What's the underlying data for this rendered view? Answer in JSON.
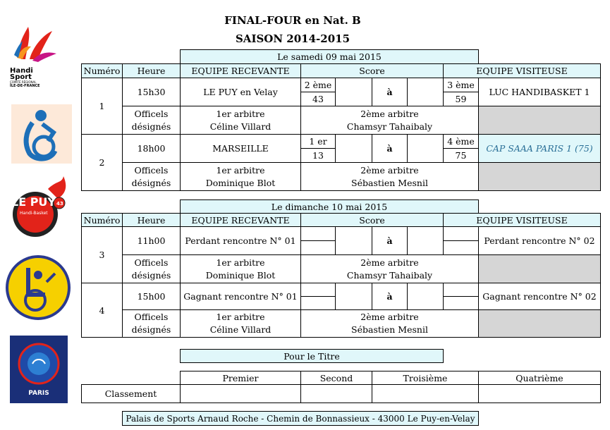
{
  "title": {
    "line1": "FINAL-FOUR en Nat. B",
    "line2": "SAISON 2014-2015"
  },
  "logos": {
    "handisport": {
      "line1": "Handi",
      "line2": "Sport",
      "line3": "COMITÉ RÉGIONAL",
      "line4": "ÎLE-DE-FRANCE"
    },
    "lepuy": {
      "name": "LE PUY",
      "sub": "Handi-Basket",
      "num": "43"
    },
    "paris": {
      "text": "PARIS"
    }
  },
  "headers": {
    "numero": "Numéro",
    "heure": "Heure",
    "recevante": "EQUIPE RECEVANTE",
    "score": "Score",
    "visiteuse": "EQUIPE VISITEUSE"
  },
  "day1": {
    "label": "Le samedi 09 mai 2015",
    "matches": [
      {
        "num": "1",
        "time": "15h30",
        "home": "LE PUY en Velay",
        "home_rank": "2 ème",
        "home_score": "43",
        "sep": "à",
        "away_rank": "3 ème",
        "away_score": "59",
        "away": "LUC HANDIBASKET 1",
        "officials_l1": "Officels",
        "officials_l2": "désignés",
        "ref1_label": "1er arbitre",
        "ref1": "Céline Villard",
        "ref2_label": "2ème arbitre",
        "ref2": "Chamsyr Tahaibaly"
      },
      {
        "num": "2",
        "time": "18h00",
        "home": "MARSEILLE",
        "home_rank": "1 er",
        "home_score": "13",
        "sep": "à",
        "away_rank": "4 ème",
        "away_score": "75",
        "away": "CAP SAAA PARIS 1 (75)",
        "officials_l1": "Officels",
        "officials_l2": "désignés",
        "ref1_label": "1er arbitre",
        "ref1": "Dominique Blot",
        "ref2_label": "2ème arbitre",
        "ref2": "Sébastien Mesnil"
      }
    ]
  },
  "day2": {
    "label": "Le dimanche 10 mai 2015",
    "matches": [
      {
        "num": "3",
        "time": "11h00",
        "home": "Perdant rencontre N° 01",
        "sep": "à",
        "away": "Perdant rencontre N° 02",
        "officials_l1": "Officels",
        "officials_l2": "désignés",
        "ref1_label": "1er arbitre",
        "ref1": "Dominique Blot",
        "ref2_label": "2ème arbitre",
        "ref2": "Chamsyr Tahaibaly"
      },
      {
        "num": "4",
        "time": "15h00",
        "home": "Gagnant rencontre N° 01",
        "sep": "à",
        "away": "Gagnant rencontre N° 02",
        "officials_l1": "Officels",
        "officials_l2": "désignés",
        "ref1_label": "1er arbitre",
        "ref1": "Céline Villard",
        "ref2_label": "2ème arbitre",
        "ref2": "Sébastien Mesnil"
      }
    ]
  },
  "ranking": {
    "label": "Pour le Titre",
    "columns": [
      "Premier",
      "Second",
      "Troisième",
      "Quatrième"
    ],
    "row_label": "Classement"
  },
  "footer": "Palais de Sports Arnaud Roche - Chemin de Bonnassieux - 43000 Le Puy-en-Velay",
  "colors": {
    "highlight": "#e0f7fa",
    "gray": "#d6d6d6",
    "accent_text": "#2a6f97"
  }
}
